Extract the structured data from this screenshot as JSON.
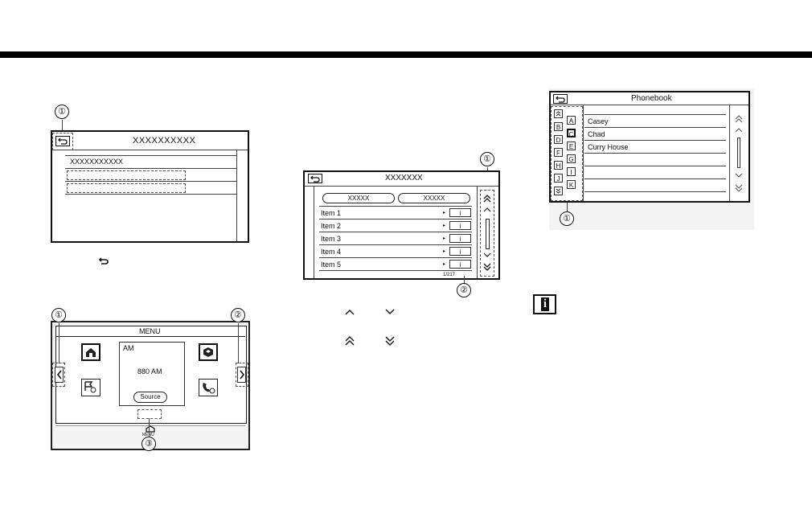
{
  "fig1": {
    "callout": "①",
    "title": "XXXXXXXXXX",
    "row1": "XXXXXXXXXXX"
  },
  "fig1_caption_icon": "back-arrow-icon",
  "fig2": {
    "title": "MENU",
    "radio_band": "AM",
    "radio_freq": "880 AM",
    "source_button": "Source",
    "menu_label": "MENU",
    "callout1": "①",
    "callout2": "②",
    "callout3": "③"
  },
  "fig3": {
    "title": "XXXXXXX",
    "tab1": "XXXXX",
    "tab2": "XXXXX",
    "items": [
      "Item 1",
      "Item 2",
      "Item 3",
      "Item 4",
      "Item 5"
    ],
    "info_glyph": "i",
    "page_counter": "1/217",
    "callout1": "①",
    "callout2": "②"
  },
  "fig4": {
    "title": "Phonebook",
    "callout": "①",
    "letters_left": [
      "B",
      "D",
      "F",
      "H",
      "J"
    ],
    "letters_right": [
      "A",
      "C",
      "E",
      "G",
      "I",
      "K"
    ],
    "contacts": [
      "Casey",
      "Chad",
      "Curry House",
      "",
      "",
      ""
    ]
  },
  "info_icon": "i"
}
